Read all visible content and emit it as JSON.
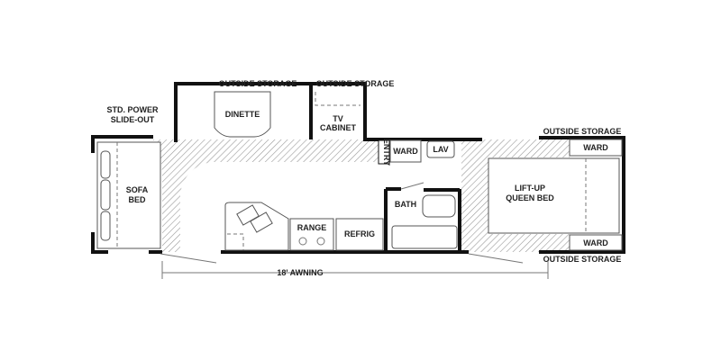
{
  "labels": {
    "slide_out_line1": "STD. POWER",
    "slide_out_line2": "SLIDE-OUT",
    "outside_storage_top_left": "OUTSIDE STORAGE",
    "outside_storage_top_right": "OUTSIDE STORAGE",
    "outside_storage_right_top": "OUTSIDE STORAGE",
    "outside_storage_right_bottom": "OUTSIDE STORAGE",
    "dinette": "DINETTE",
    "tv_line1": "TV",
    "tv_line2": "CABINET",
    "entry": "ENTRY",
    "ward_front": "WARD",
    "lav": "LAV",
    "sofa_line1": "SOFA",
    "sofa_line2": "BED",
    "range": "RANGE",
    "refrig": "REFRIG",
    "bath": "BATH",
    "bed_line1": "LIFT-UP",
    "bed_line2": "QUEEN BED",
    "ward_top": "WARD",
    "ward_bottom": "WARD",
    "awning": "18' AWNING"
  }
}
